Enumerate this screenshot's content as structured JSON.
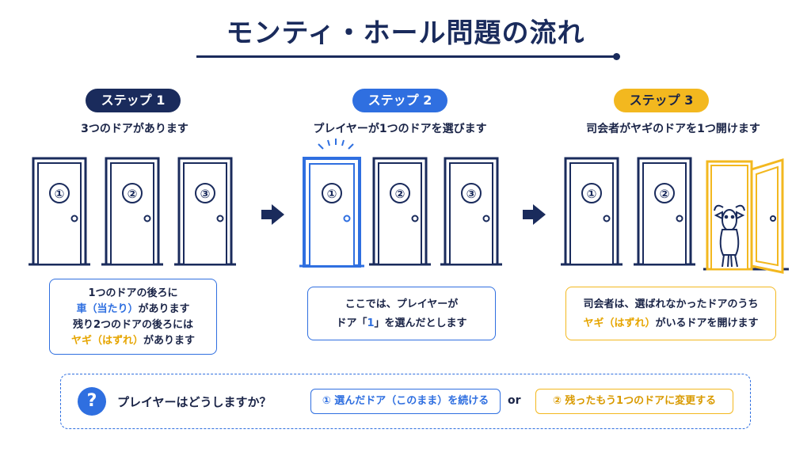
{
  "title": "モンティ・ホール問題の流れ",
  "colors": {
    "navy": "#1a2b5c",
    "blue": "#2f6fe0",
    "gold": "#f3b81f"
  },
  "steps": [
    {
      "label": "ステップ 1",
      "caption": "3つのドアがあります",
      "doors": [
        "①",
        "②",
        "③"
      ],
      "box_lines": [
        {
          "parts": [
            {
              "text": "1つのドアの後ろに",
              "tone": "navy"
            }
          ]
        },
        {
          "parts": [
            {
              "text": "車（当たり）",
              "tone": "blue"
            },
            {
              "text": "があります",
              "tone": "navy"
            }
          ]
        },
        {
          "parts": [
            {
              "text": "残り2つのドアの後ろには",
              "tone": "navy"
            }
          ]
        },
        {
          "parts": [
            {
              "text": "ヤギ（はずれ）",
              "tone": "gold"
            },
            {
              "text": "があります",
              "tone": "navy"
            }
          ]
        }
      ]
    },
    {
      "label": "ステップ 2",
      "caption": "プレイヤーが1つのドアを選びます",
      "doors": [
        "①",
        "②",
        "③"
      ],
      "box_lines": [
        {
          "parts": [
            {
              "text": "ここでは、プレイヤーが",
              "tone": "navy"
            }
          ]
        },
        {
          "parts": [
            {
              "text": "ドア「",
              "tone": "navy"
            },
            {
              "text": "1",
              "tone": "blue"
            },
            {
              "text": "」を選んだとします",
              "tone": "navy"
            }
          ]
        }
      ]
    },
    {
      "label": "ステップ 3",
      "caption": "司会者がヤギのドアを1つ開けます",
      "doors": [
        "①",
        "②"
      ],
      "box_lines": [
        {
          "parts": [
            {
              "text": "司会者は、選ばれなかったドアのうち",
              "tone": "navy"
            }
          ]
        },
        {
          "parts": [
            {
              "text": "ヤギ（はずれ）",
              "tone": "gold"
            },
            {
              "text": "がいるドアを開けます",
              "tone": "navy"
            }
          ]
        }
      ]
    }
  ],
  "question": {
    "icon": "?",
    "text": "プレイヤーはどうしますか？",
    "option1": "① 選んだドア（このまま）を続ける",
    "or": "or",
    "option2": "② 残ったもう1つのドアに変更する"
  },
  "icons": [
    "arrow-right-icon",
    "goat-icon",
    "question-icon",
    "highlight-sparkle-icon"
  ]
}
